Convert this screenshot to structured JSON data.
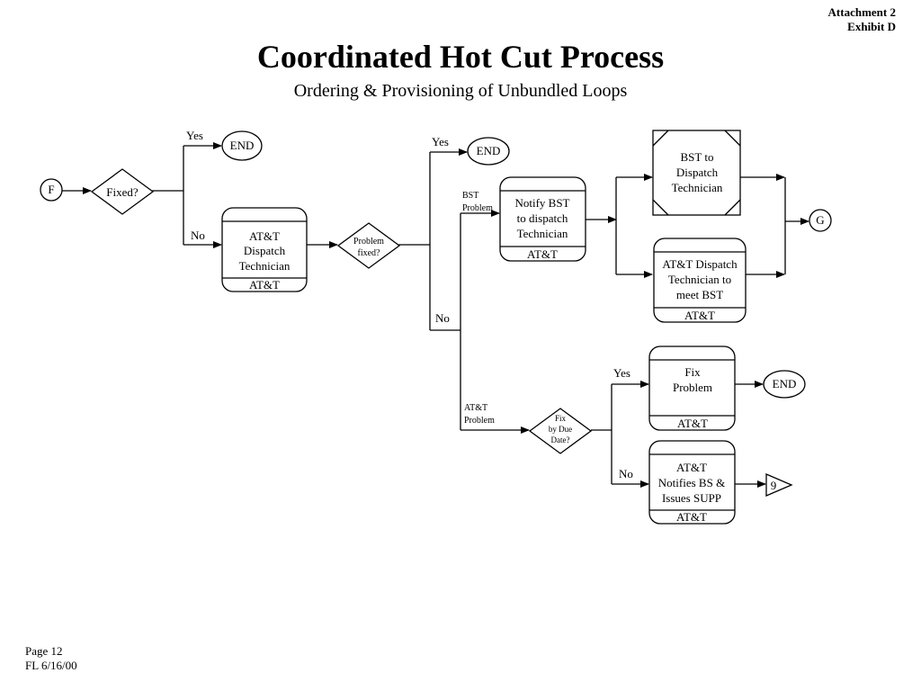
{
  "header": {
    "attachment": "Attachment 2",
    "exhibit": "Exhibit D"
  },
  "title": "Coordinated Hot Cut Process",
  "subtitle": "Ordering & Provisioning of Unbundled Loops",
  "footer": {
    "page": "Page 12",
    "date": "FL 6/16/00"
  },
  "nodes": {
    "connector_f": "F",
    "fixed_decision": "Fixed?",
    "end_1": "END",
    "att_dispatch": {
      "lines": [
        "AT&T",
        "Dispatch",
        "Technician"
      ],
      "owner": "AT&T"
    },
    "problem_fixed": {
      "lines": [
        "Problem",
        "fixed?"
      ]
    },
    "end_2": "END",
    "notify_bst": {
      "lines": [
        "Notify BST",
        "to dispatch",
        "Technician"
      ],
      "owner": "AT&T"
    },
    "bst_dispatch": {
      "lines": [
        "BST to",
        "Dispatch",
        "Technician"
      ]
    },
    "att_meet_bst": {
      "lines": [
        "AT&T Dispatch",
        "Technician to",
        "meet BST"
      ],
      "owner": "AT&T"
    },
    "connector_g": "G",
    "fix_problem": {
      "lines": [
        "Fix",
        "Problem"
      ],
      "owner": "AT&T"
    },
    "end_3": "END",
    "fix_due_date": {
      "lines": [
        "Fix",
        "by Due",
        "Date?"
      ]
    },
    "att_notifies": {
      "lines": [
        "AT&T",
        "Notifies BS &",
        "Issues SUPP"
      ],
      "owner": "AT&T"
    },
    "offpage_9": "9"
  },
  "edge_labels": {
    "yes_1": "Yes",
    "no_1": "No",
    "yes_2": "Yes",
    "no_2": "No",
    "bst_problem": [
      "BST",
      "Problem"
    ],
    "att_problem": [
      "AT&T",
      "Problem"
    ],
    "yes_3": "Yes",
    "no_3": "No"
  }
}
